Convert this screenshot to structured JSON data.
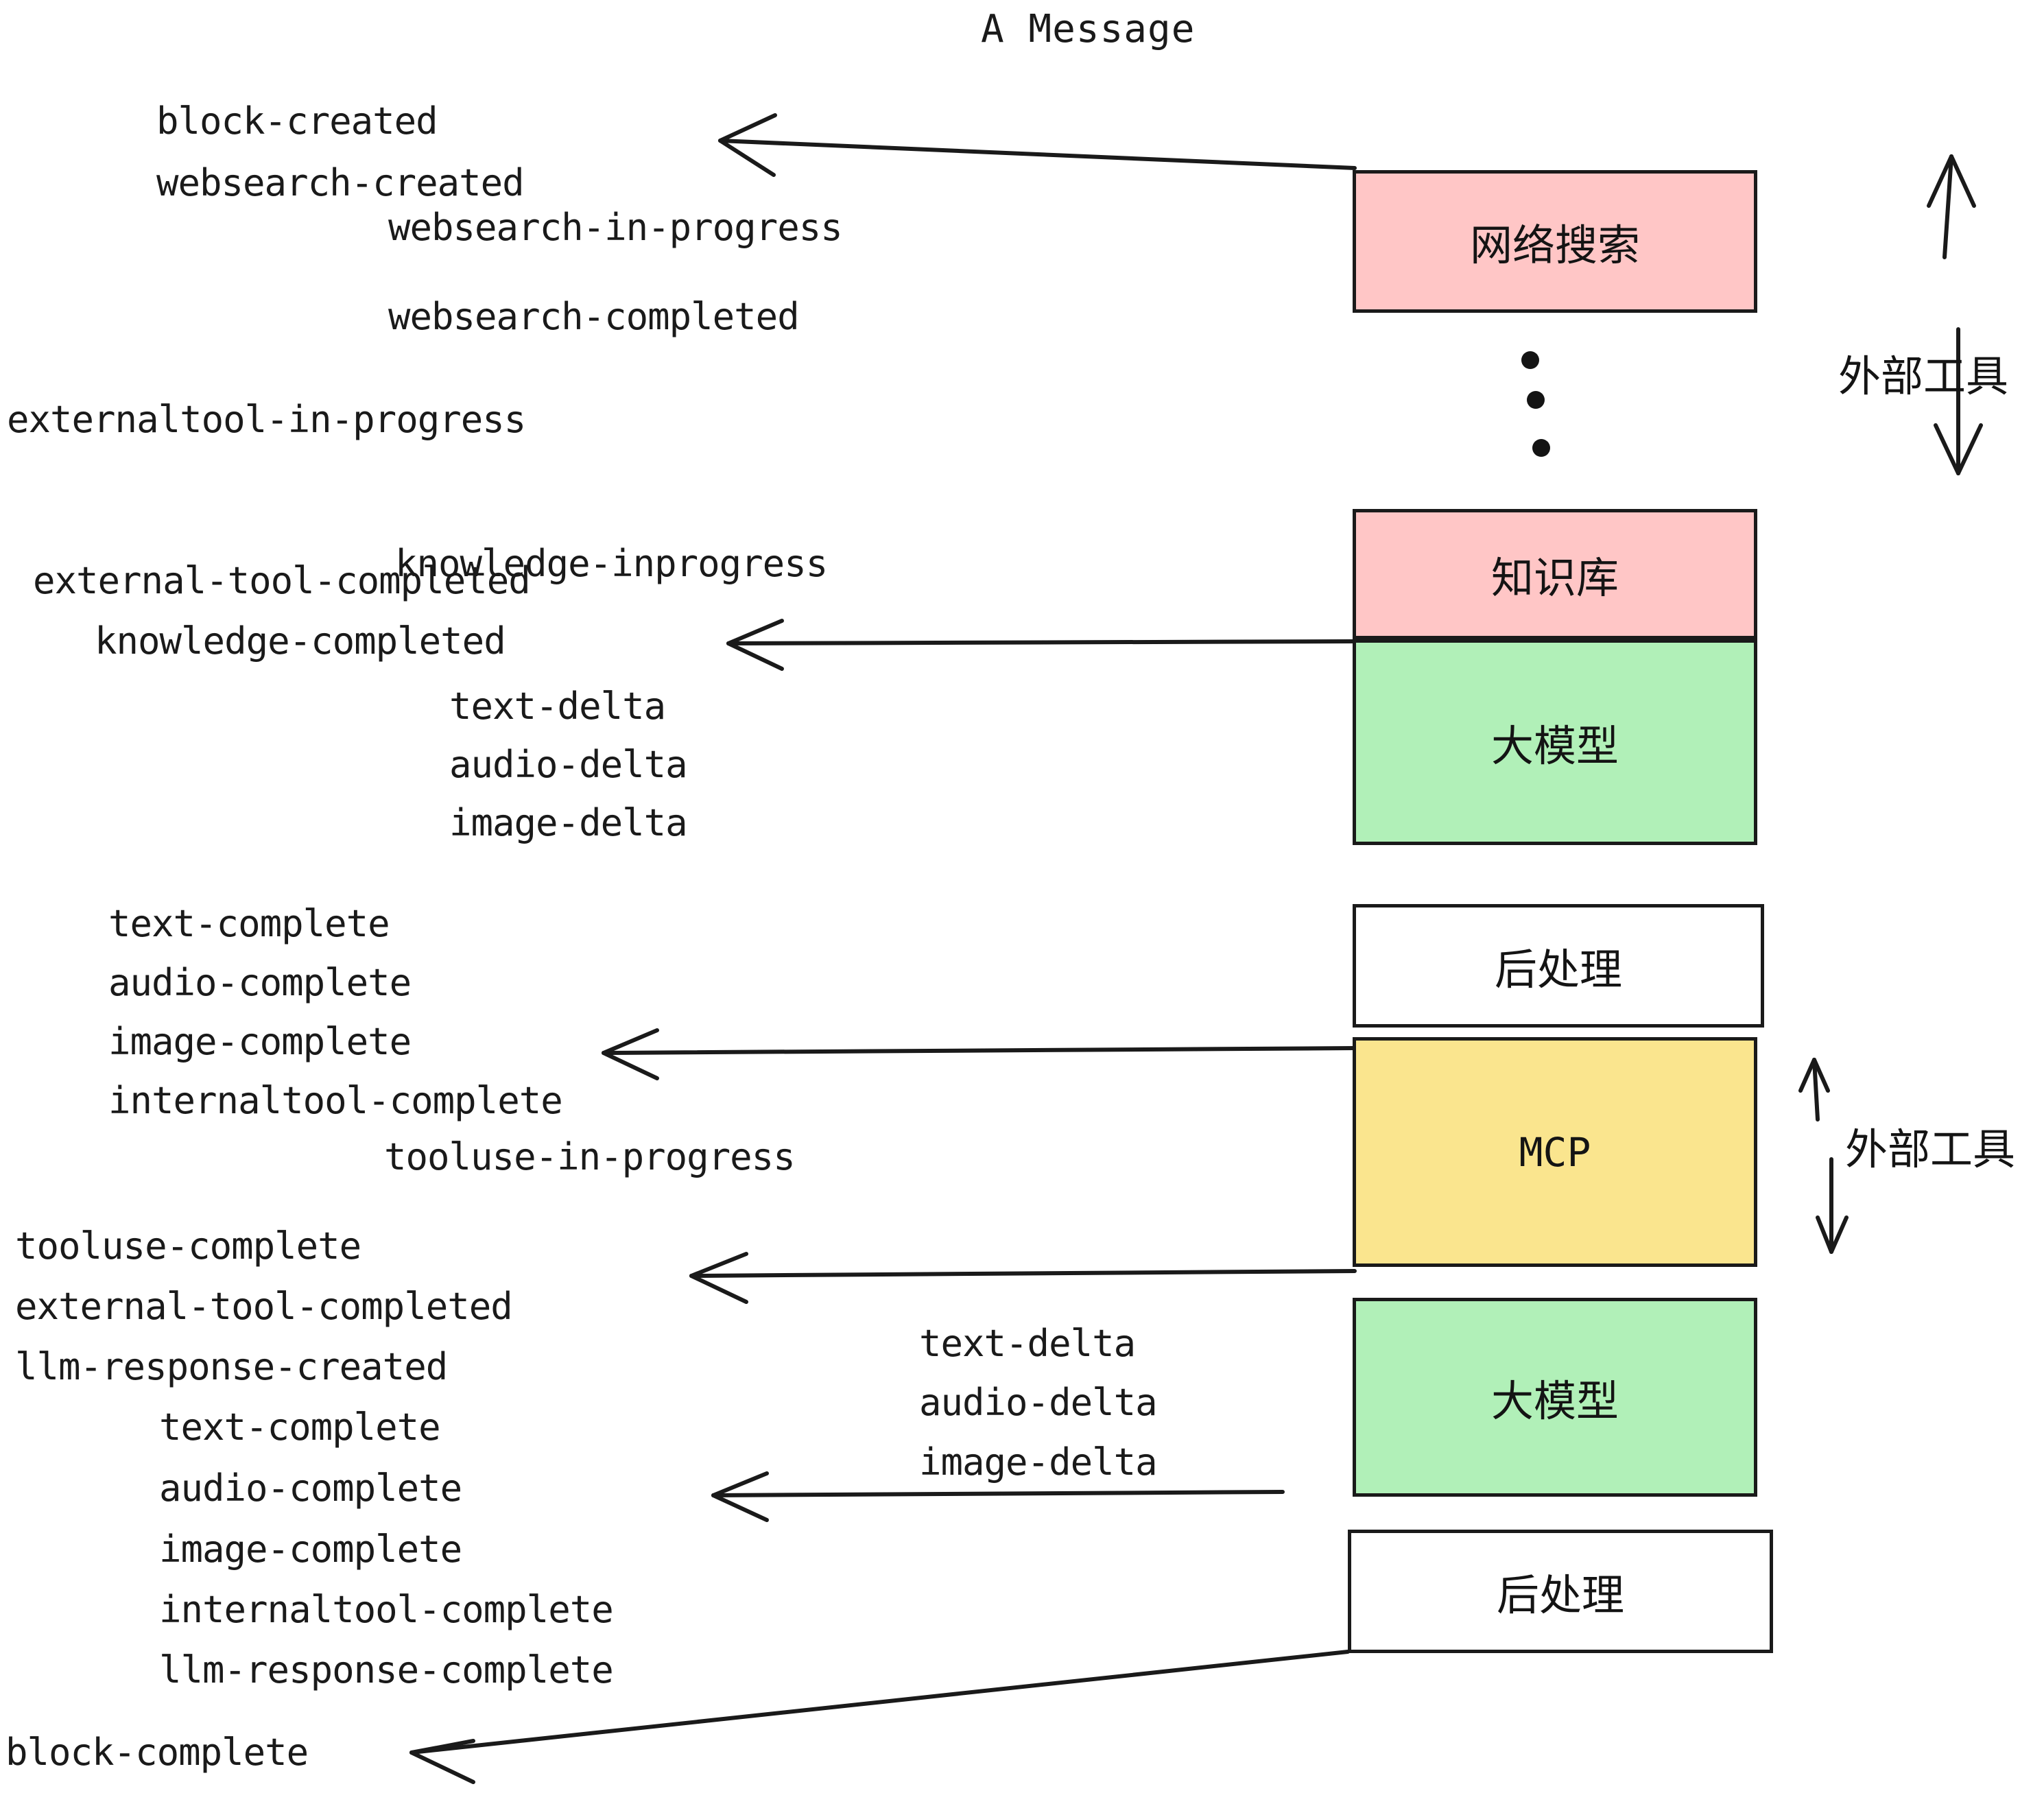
{
  "diagram": {
    "title": "A Message",
    "colors": {
      "external_tool_box": "#ffc6c6",
      "llm_box": "#b1f0b8",
      "mcp_box": "#fae58e",
      "postprocess_box": "#ffffff",
      "stroke": "#1a1a1a",
      "background": "#ffffff"
    },
    "boxes": [
      {
        "id": "websearch",
        "label": "网络搜索",
        "fill": "#ffc6c6"
      },
      {
        "id": "knowledge",
        "label": "知识库",
        "fill": "#ffc6c6"
      },
      {
        "id": "llm-1",
        "label": "大模型",
        "fill": "#b1f0b8"
      },
      {
        "id": "postprocess-1",
        "label": "后处理",
        "fill": "#ffffff"
      },
      {
        "id": "mcp",
        "label": "MCP",
        "fill": "#fae58e"
      },
      {
        "id": "llm-2",
        "label": "大模型",
        "fill": "#b1f0b8"
      },
      {
        "id": "postprocess-2",
        "label": "后处理",
        "fill": "#ffffff"
      }
    ],
    "side_labels": [
      {
        "id": "external-tool-top",
        "label": "外部工具"
      },
      {
        "id": "external-tool-bottom",
        "label": "外部工具"
      }
    ],
    "events": {
      "block_created": "block-created",
      "websearch_created": "websearch-created",
      "websearch_in_progress": "websearch-in-progress",
      "websearch_completed": "websearch-completed",
      "externaltool_in_progress": "externaltool-in-progress",
      "knowledge_inprogress": "knowledge-inprogress",
      "external_tool_completed_1": "external-tool-completed",
      "knowledge_completed": "knowledge-completed",
      "text_delta_1": "text-delta",
      "audio_delta_1": "audio-delta",
      "image_delta_1": "image-delta",
      "text_complete_1": "text-complete",
      "audio_complete_1": "audio-complete",
      "image_complete_1": "image-complete",
      "internaltool_complete_1": "internaltool-complete",
      "tooluse_in_progress": "tooluse-in-progress",
      "tooluse_complete": "tooluse-complete",
      "external_tool_completed_2": "external-tool-completed",
      "llm_response_created": "llm-response-created",
      "text_delta_2": "text-delta",
      "audio_delta_2": "audio-delta",
      "image_delta_2": "image-delta",
      "text_complete_2": "text-complete",
      "audio_complete_2": "audio-complete",
      "image_complete_2": "image-complete",
      "internaltool_complete_2": "internaltool-complete",
      "llm_response_complete": "llm-response-complete",
      "block_complete": "block-complete"
    }
  }
}
